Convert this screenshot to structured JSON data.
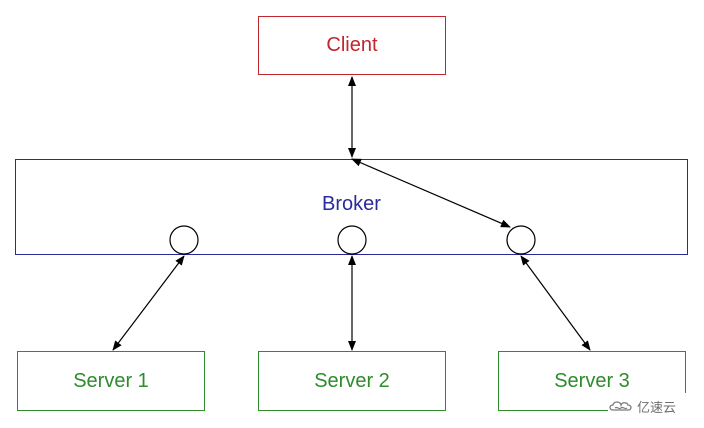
{
  "diagram": {
    "client": {
      "label": "Client",
      "color": "#c0262c"
    },
    "broker": {
      "label": "Broker",
      "color": "#2a2a9c"
    },
    "servers": [
      {
        "label": "Server 1",
        "color": "#2e8b2e"
      },
      {
        "label": "Server 2",
        "color": "#2e8b2e"
      },
      {
        "label": "Server 3",
        "color": "#2e8b2e"
      }
    ],
    "arrows": {
      "color": "#000000",
      "style": "bidirectional"
    }
  },
  "watermark": {
    "text": "亿速云",
    "icon": "cloud-logo-icon"
  }
}
